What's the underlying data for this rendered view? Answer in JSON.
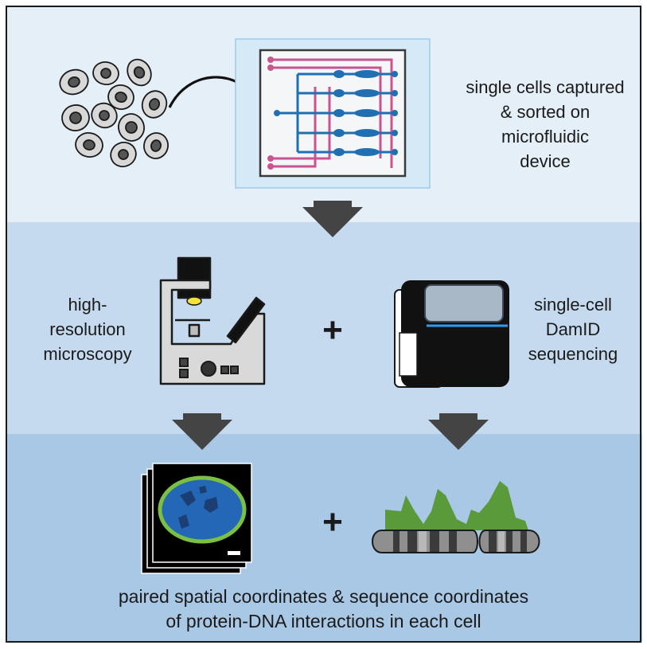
{
  "top_caption": [
    "single cells captured",
    "& sorted on",
    "microfluidic",
    "device"
  ],
  "microscopy_label": [
    "high-",
    "resolution",
    "microscopy"
  ],
  "sequencing_label": [
    "single-cell",
    "DamID",
    "sequencing"
  ],
  "plus_sign": "+",
  "bottom_caption": [
    "paired spatial coordinates & sequence coordinates",
    "of protein-DNA interactions in each cell"
  ],
  "colors": {
    "panel_top": "#e4eff8",
    "panel_mid": "#c5daee",
    "panel_bottom": "#a8c8e6",
    "channel_blue": "#1f6fb2",
    "channel_pink": "#c9548f",
    "nucleus_blue": "#2467b6",
    "lamina_green": "#7ac142",
    "signal_green": "#5a9a3a",
    "arrow_gray": "#444444"
  },
  "icons": [
    "cells-icon",
    "curved-arrow-icon",
    "microfluidic-chip-icon",
    "down-arrow-icon",
    "microscope-icon",
    "sequencer-icon",
    "nucleus-image-stack-icon",
    "chromosome-track-icon"
  ]
}
